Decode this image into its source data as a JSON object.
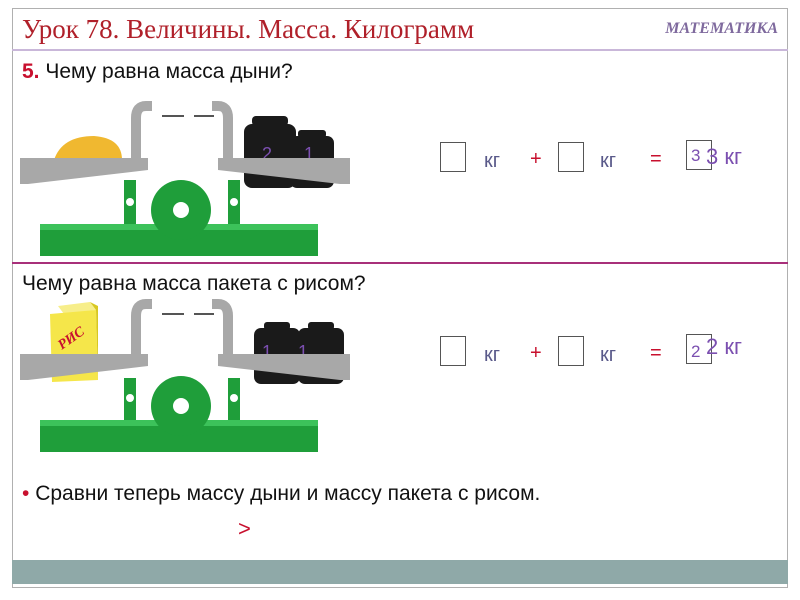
{
  "header": {
    "title": "Урок 78. Величины. Масса. Килограмм",
    "subject": "МАТЕМАТИКА"
  },
  "task1": {
    "number": "5.",
    "question": "Чему равна масса дыни?",
    "weights": [
      "2",
      "1"
    ],
    "unit": "кг",
    "plus": "+",
    "equals": "=",
    "hint_value": "3",
    "answer": "3 кг"
  },
  "task2": {
    "question": "Чему равна масса  пакета с рисом?",
    "bag_label": "РИС",
    "weights": [
      "1",
      "1"
    ],
    "unit": "кг",
    "plus": "+",
    "equals": "=",
    "hint_value": "2",
    "answer": "2 кг"
  },
  "task3": {
    "bullet": "•",
    "statement": "Сравни теперь массу дыни и массу пакета с рисом.",
    "answer": ">"
  },
  "colors": {
    "title": "#b0202a",
    "accent": "#c8102e",
    "base_green": "#1f9e3a",
    "scale_grey": "#a8a8a8",
    "weight_black": "#1a1a1a",
    "melon": "#f0b830",
    "rice_bag": "#f5e64a"
  }
}
